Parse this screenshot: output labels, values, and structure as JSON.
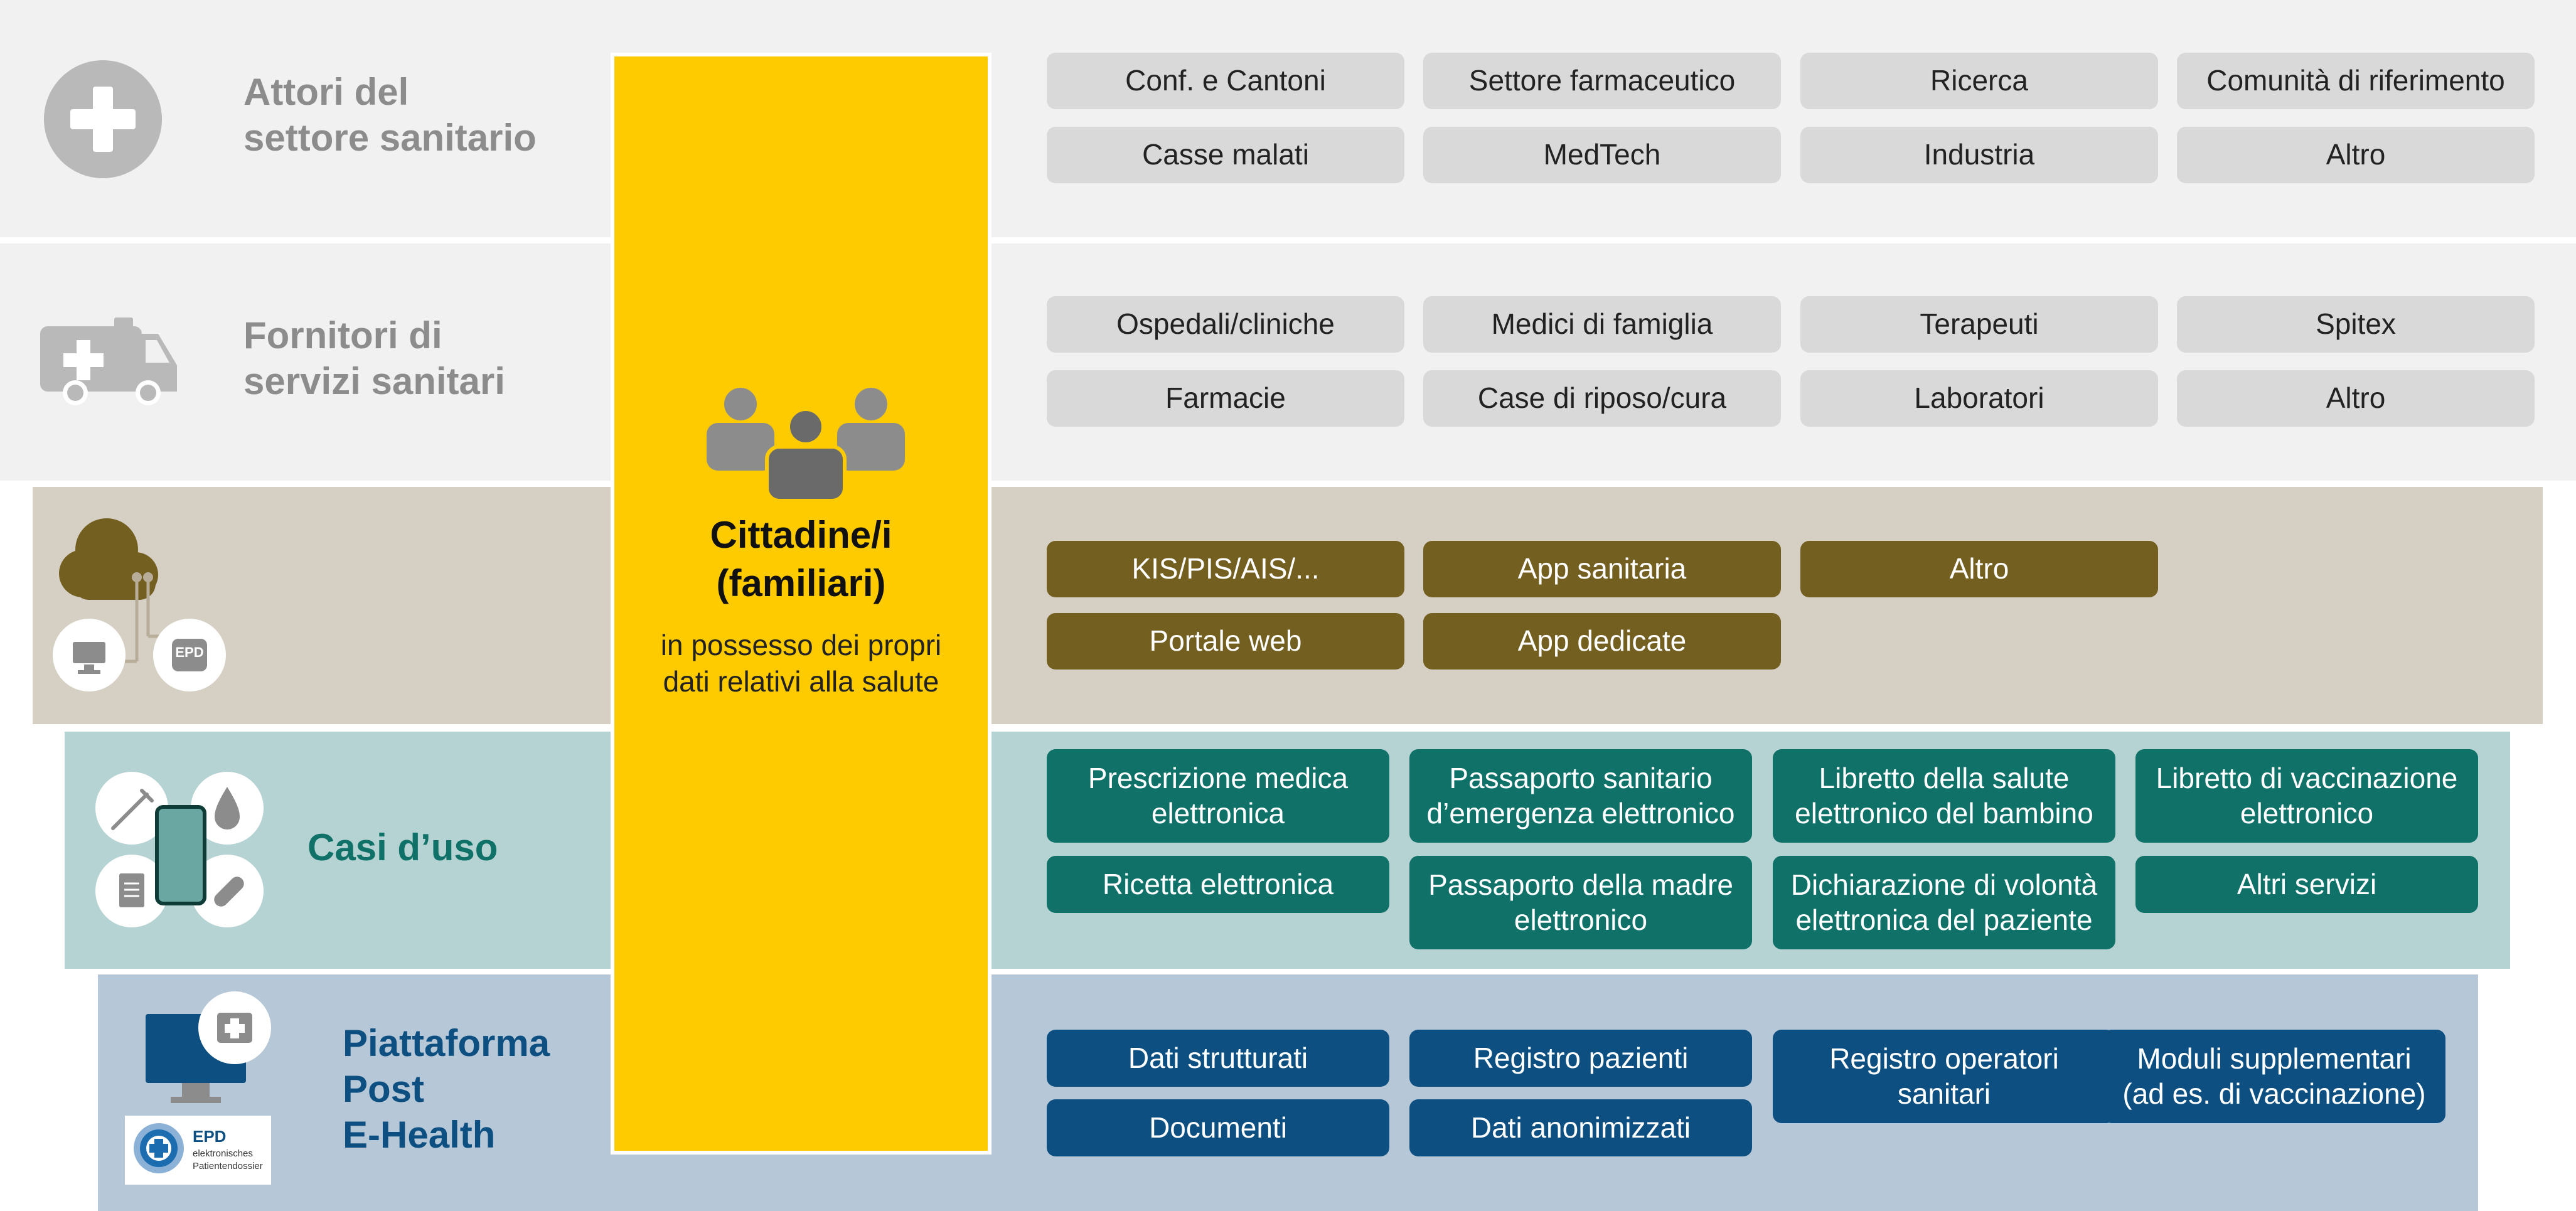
{
  "colors": {
    "gray_band": "#f1f1f1",
    "beige_band": "#d6cfc4",
    "teal_band": "#b6d3d3",
    "blue_band": "#b6c8d7",
    "yellow": "#fecb00",
    "olive": "#735f20",
    "teal": "#0f7168",
    "navy": "#0d4f80",
    "gray_chip": "#d9d9d9"
  },
  "center": {
    "title": "Cittadine/i\n(familiari)",
    "subtitle": "in possesso dei propri\ndati relativi alla salute",
    "icon": "people-group-icon"
  },
  "band_actors": {
    "title": "Attori del\nsettore sanitario",
    "icon": "plus-circle-icon",
    "chips": [
      "Conf. e Cantoni",
      "Settore farmaceutico",
      "Ricerca",
      "Comunità di riferimento",
      "Casse malati",
      "MedTech",
      "Industria",
      "Altro"
    ]
  },
  "band_providers": {
    "title": "Fornitori di\nservizi sanitari",
    "icon": "ambulance-icon",
    "chips": [
      "Ospedali/cliniche",
      "Medici di famiglia",
      "Terapeuti",
      "Spitex",
      "Farmacie",
      "Case di riposo/cura",
      "Laboratori",
      "Altro"
    ]
  },
  "band_systems": {
    "icon": "cloud-devices-icon",
    "epd_label": "EPD",
    "chips": [
      "KIS/PIS/AIS/...",
      "App sanitaria",
      "Altro",
      "Portale web",
      "App dedicate"
    ]
  },
  "band_usecases": {
    "title": "Casi d’uso",
    "icon": "smartphone-services-icon",
    "chips": [
      "Prescrizione medica\nelettronica",
      "Passaporto sanitario\nd’emergenza elettronico",
      "Libretto della salute\nelettronico del bambino",
      "Libretto di vaccinazione\nelettronico",
      "Ricetta elettronica",
      "Passaporto della madre\nelettronico",
      "Dichiarazione di volontà\nelettronica del paziente",
      "Altri servizi"
    ]
  },
  "band_platform": {
    "title": "Piattaforma\nPost\nE-Health",
    "icon": "monitor-medical-icon",
    "logo": {
      "name": "EPD",
      "line1": "elektronisches",
      "line2": "Patientendossier"
    },
    "chips": [
      "Dati strutturati",
      "Registro pazienti",
      "Registro operatori\nsanitari",
      "Moduli supplementari\n(ad es. di vaccinazione)",
      "Documenti",
      "Dati anonimizzati"
    ]
  }
}
